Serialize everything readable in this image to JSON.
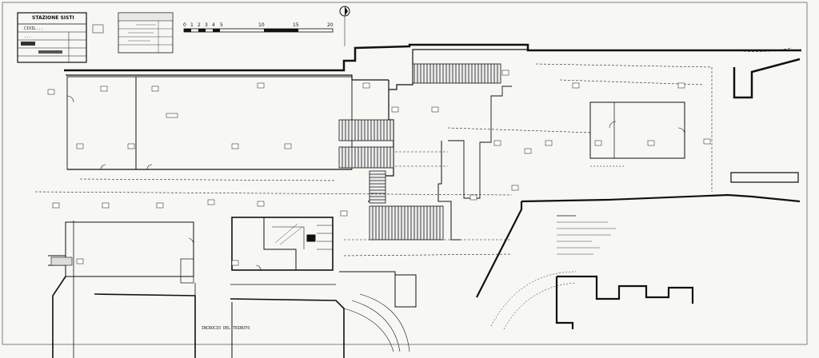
{
  "title_block": {
    "header": "STAZIONE SISTI",
    "lines": [
      "CIVIL...",
      "..."
    ]
  },
  "scale_bar": {
    "ticks": [
      "0",
      "1",
      "2",
      "3",
      "4",
      "5",
      "10",
      "15",
      "20"
    ]
  },
  "annotations": {
    "bottom_label": "INCROCIO DEL TRIBUTO"
  },
  "palette": {
    "ink": "#111111",
    "paper": "#f7f7f4",
    "edge": "#d9d9d6"
  },
  "icons": [
    "north-arrow-icon"
  ]
}
